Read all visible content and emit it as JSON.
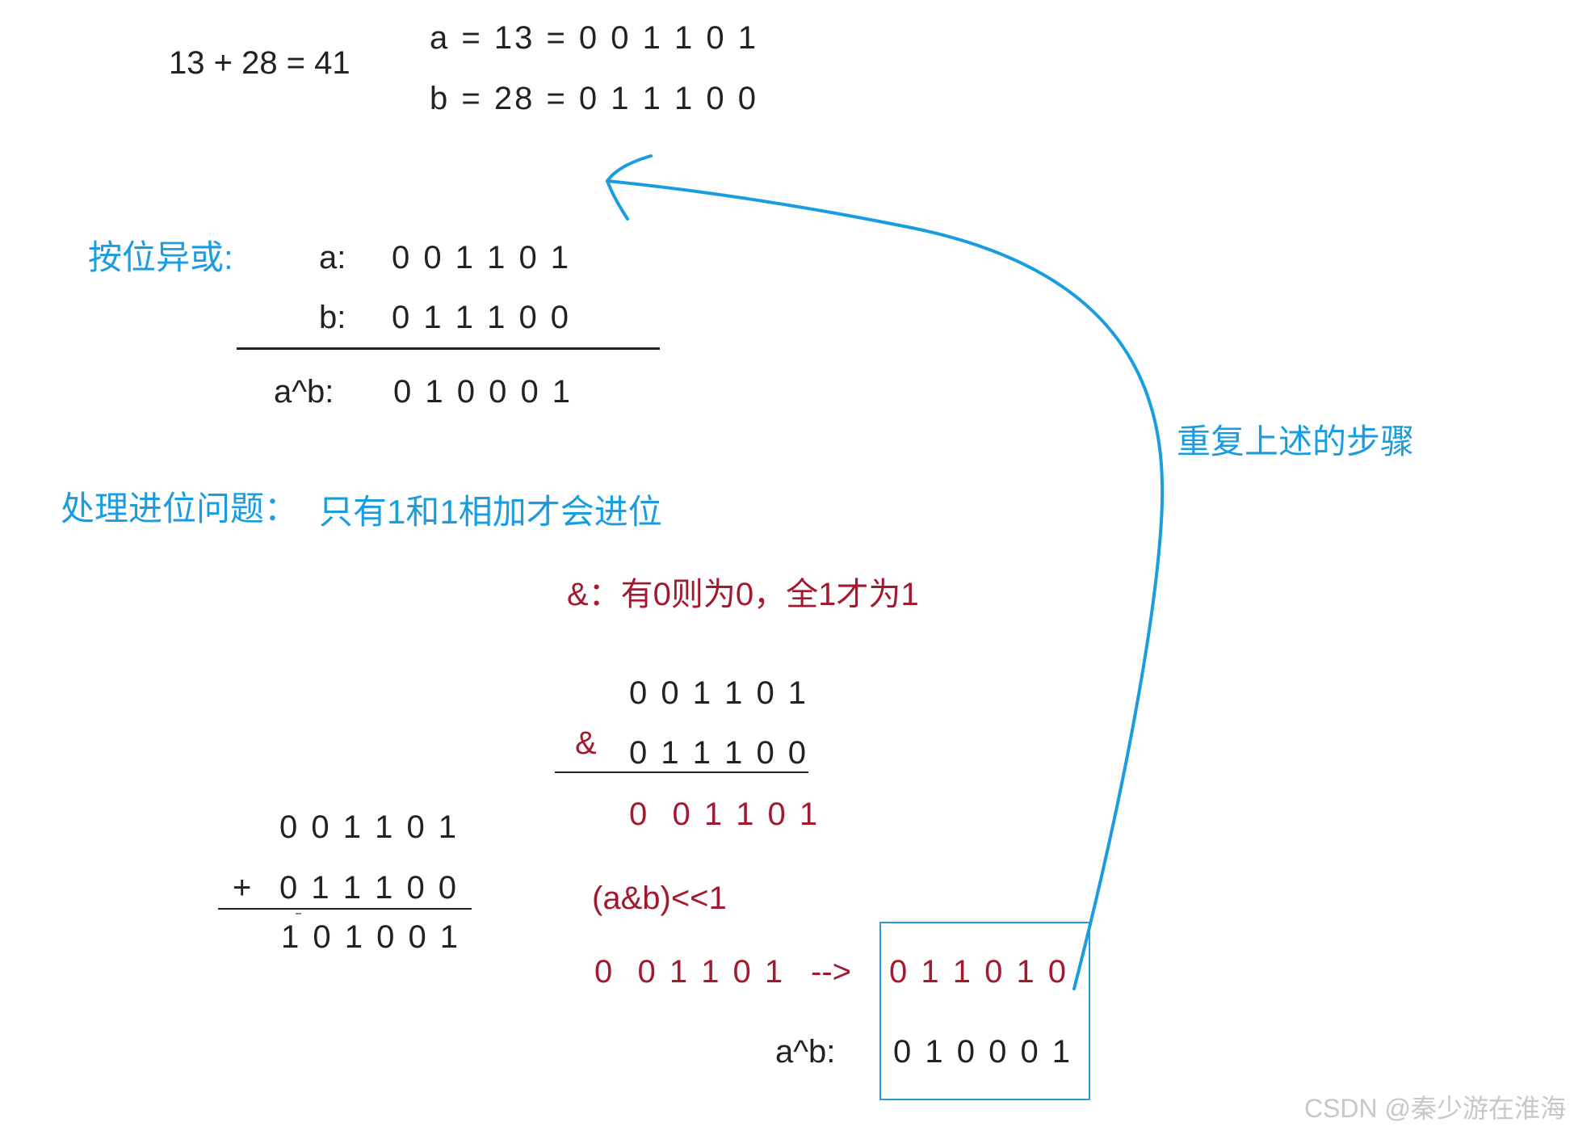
{
  "equation": "13 + 28 = 41",
  "binary": {
    "a": "a = 13 = 0 0 1 1 0 1",
    "b": "b = 28 = 0 1 1 1 0 0"
  },
  "xor": {
    "title": "按位异或:",
    "a_label": "a:",
    "a_bits": "0 0 1 1 0 1",
    "b_label": "b:",
    "b_bits": "0 1 1 1 0 0",
    "result_label": "a^b:",
    "result_bits": "0 1 0 0 0 1"
  },
  "repeat_label": "重复上述的步骤",
  "carry": {
    "title": "处理进位问题：",
    "note": "只有1和1相加才会进位"
  },
  "and_rule": "&：有0则为0，全1才为1",
  "and_calc": {
    "op": "&",
    "a": "0 0 1 1 0 1",
    "b": "0 1 1 1 0 0",
    "result": "0  0 1 1 0 1"
  },
  "sum_calc": {
    "a": "0 0 1 1 0 1",
    "op": "+",
    "b": "0 1 1 1 0 0",
    "result": "1 0 1 0 0 1"
  },
  "shift": {
    "label": "(a&b)<<1",
    "input": "0  0 1 1 0 1",
    "arrow": "-->",
    "output": "0 1 1 0 1 0",
    "xor_label": "a^b:",
    "xor_bits": "0 1 0 0 0 1"
  },
  "watermark": "CSDN @秦少游在淮海",
  "colors": {
    "blue": "#1a9de0",
    "red": "#a3192d",
    "text": "#222222",
    "watermark": "#c8c8c8"
  }
}
